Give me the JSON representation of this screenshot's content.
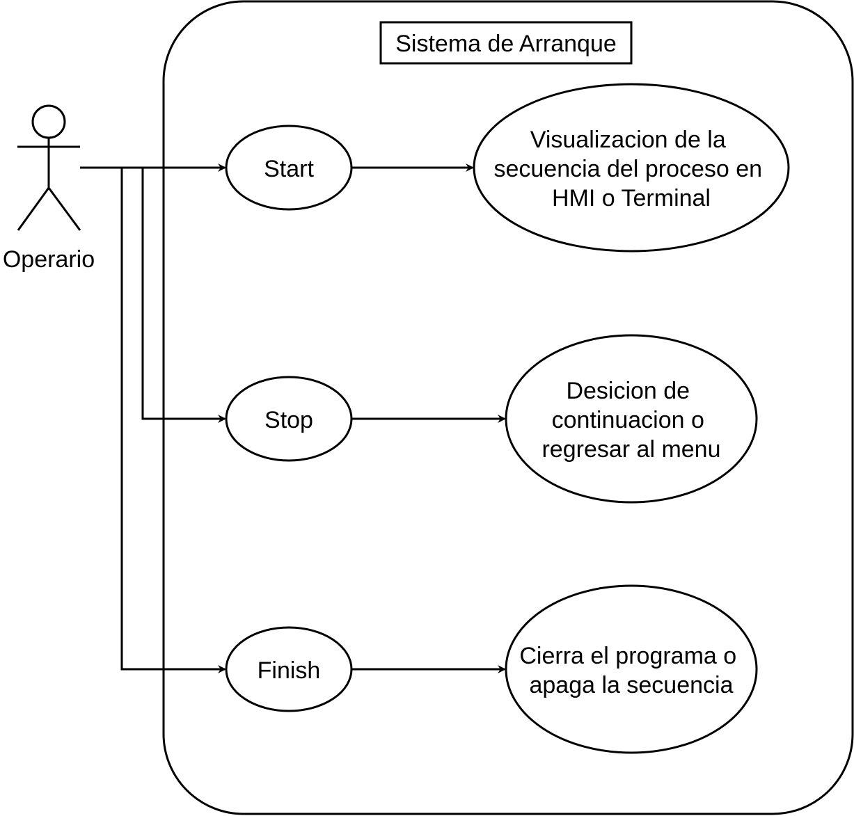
{
  "system": {
    "title": "Sistema de Arranque"
  },
  "actor": {
    "label": "Operario",
    "icon": "stick-figure-icon"
  },
  "use_cases": [
    {
      "label": "Start"
    },
    {
      "label": "Stop"
    },
    {
      "label": "Finish"
    }
  ],
  "results": [
    {
      "lines": [
        "Visualizacion de la",
        "secuencia del proceso en",
        "HMI o Terminal"
      ]
    },
    {
      "lines": [
        "Desicion de",
        "continuacion o",
        "regresar al menu"
      ]
    },
    {
      "lines": [
        "Cierra el programa o",
        "apaga la secuencia"
      ]
    }
  ],
  "colors": {
    "line": "#000000",
    "background": "#ffffff"
  }
}
